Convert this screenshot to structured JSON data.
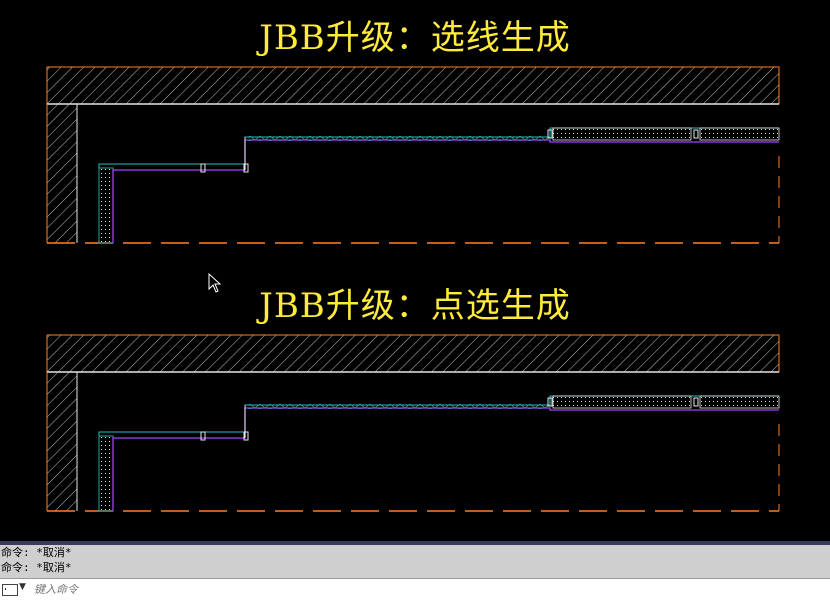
{
  "titles": {
    "top": "JBB升级：选线生成",
    "bottom": "JBB升级：点选生成"
  },
  "colors": {
    "background": "#000000",
    "title": "#ffeb3b",
    "wall_outline": "#ff7f27",
    "hatch": "#c0c0c0",
    "line_white": "#e6e6e6",
    "line_purple": "#a040ff",
    "line_cyan": "#20c0c0",
    "line_teal": "#30a0a0",
    "cmd_history_bg": "#cfcfcf"
  },
  "command_line": {
    "history": [
      "命令: *取消*",
      "命令: *取消*"
    ],
    "input_placeholder": "键入命令",
    "icon": "command-prompt-icon",
    "dropdown_icon": "chevron-down-icon"
  }
}
